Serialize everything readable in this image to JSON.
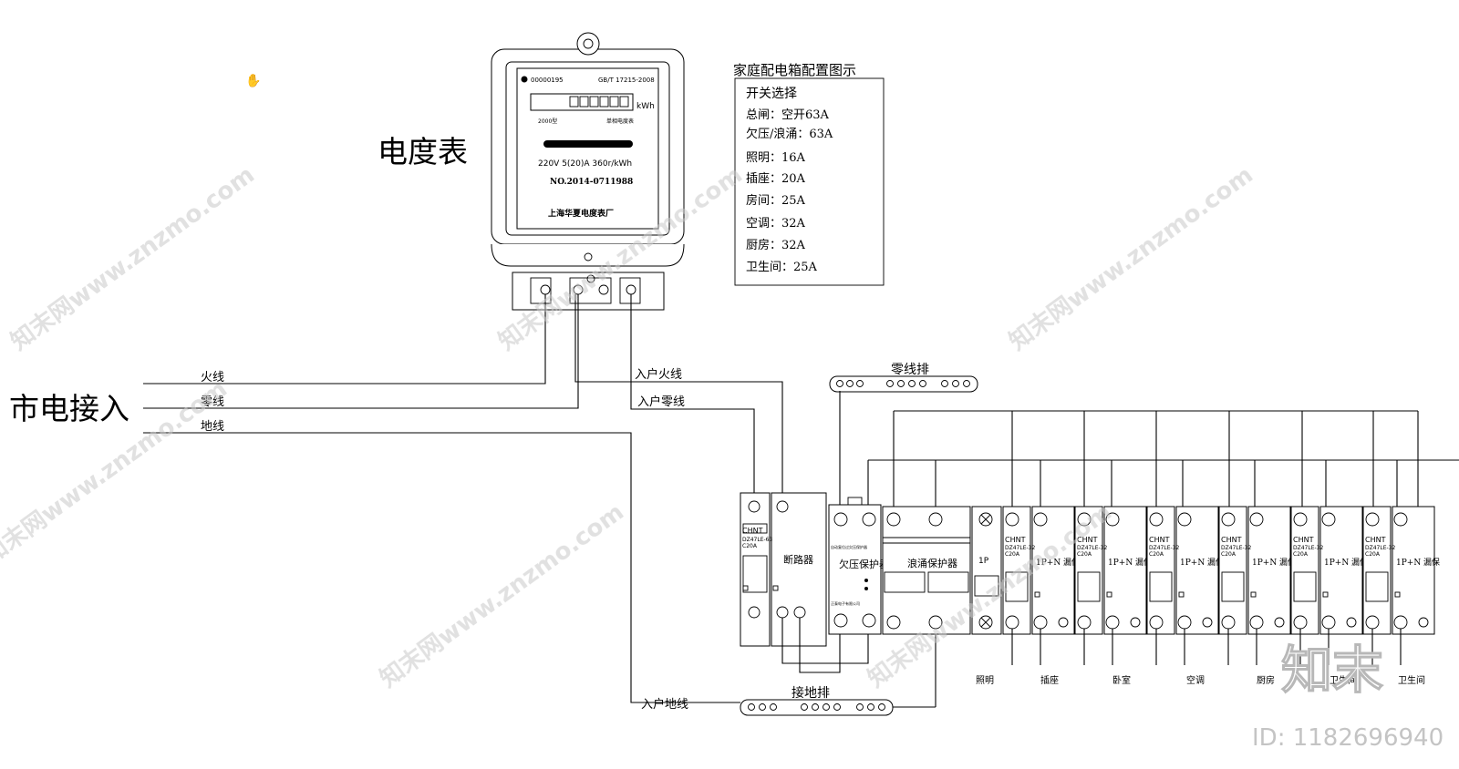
{
  "meter": {
    "title": "电度表",
    "cert": "00000195",
    "standard": "GB/T 17215-2008",
    "unit": "kWh",
    "small_left": "2000型",
    "small_right": "单相电度表",
    "rating": "220V 5(20)A 360r/kWh",
    "serial": "NO.2014-0711988",
    "maker": "上海华夏电度表厂"
  },
  "config_box": {
    "title": "家庭配电箱配置图示",
    "heading": "开关选择",
    "items": [
      "总闸：空开63A",
      "欠压/浪涌：63A",
      "照明：16A",
      "插座：20A",
      "房间：25A",
      "空调：32A",
      "厨房：32A",
      "卫生间：25A"
    ]
  },
  "mains": {
    "label": "市电接入",
    "live": "火线",
    "neutral": "零线",
    "earth": "地线"
  },
  "feed": {
    "live": "入户火线",
    "neutral": "入户零线",
    "earth": "入户地线"
  },
  "bars": {
    "neutral": "零线排",
    "earth": "接地排"
  },
  "devices": {
    "main_brand": "CHNT",
    "main_model": "DZ47LE-63",
    "main_rating": "C20A",
    "main_name": "断路器",
    "uv_name": "欠压保护器",
    "uv_top": "自动复位过欠压保护器",
    "uv_maker": "正泰电子有限公司",
    "surge_name": "浪涌保护器",
    "onep": "1P",
    "rcbo_brand": "CHNT",
    "rcbo_model": "DZ47LE-32",
    "rcbo_rating": "C20A",
    "rcbo_name": "1P+N 漏保"
  },
  "circuits": [
    "照明",
    "插座",
    "卧室",
    "空调",
    "厨房",
    "卫生间",
    "卫生间"
  ],
  "watermark": {
    "text": "知末网www.znzmo.com",
    "logo": "知末",
    "id": "ID: 1182696940"
  }
}
